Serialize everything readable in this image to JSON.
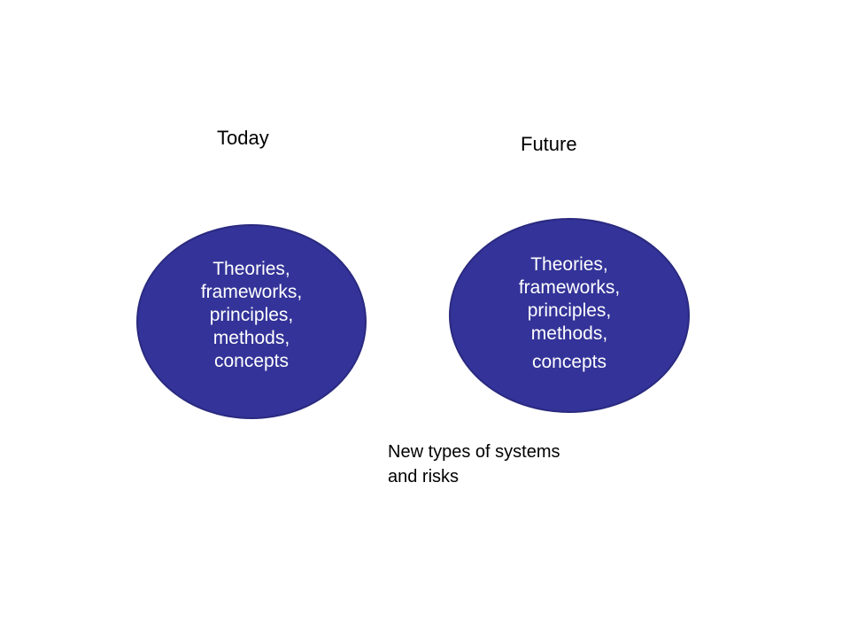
{
  "labels": {
    "today": "Today",
    "future": "Future"
  },
  "ellipses": {
    "today": [
      "Theories,",
      "frameworks,",
      "principles,",
      "methods,",
      "concepts"
    ],
    "future": [
      "Theories,",
      "frameworks,",
      "principles,",
      "methods,",
      "concepts"
    ]
  },
  "caption": {
    "line1": "New types of systems",
    "line2": "and risks"
  },
  "colors": {
    "ellipse_fill": "#333399",
    "ellipse_text": "#ffffff",
    "label_text": "#000000"
  }
}
